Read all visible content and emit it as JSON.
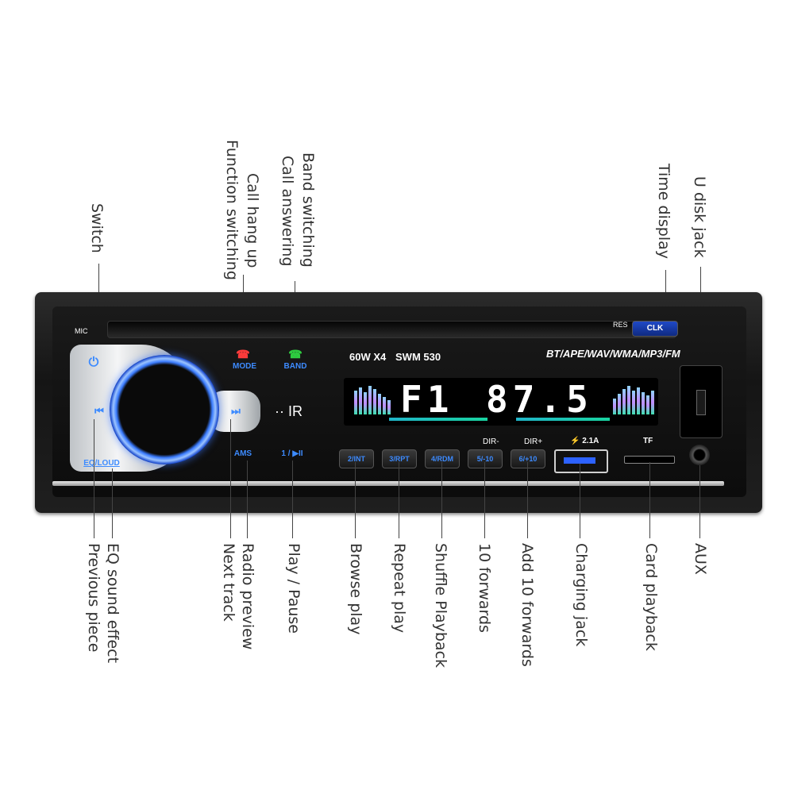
{
  "labels": {
    "switch": "Switch",
    "call_hang_up": "Call hang up",
    "function_switching": "Function switching",
    "band_switching": "Band switching",
    "call_answering": "Call answering",
    "time_display": "Time display",
    "u_disk_jack": "U disk jack",
    "previous_piece": "Previous piece",
    "eq_sound_effect": "EQ sound effect",
    "next_track": "Next track",
    "radio_preview": "Radio preview",
    "play_pause": "Play / Pause",
    "browse_play": "Browse play",
    "repeat_play": "Repeat play",
    "shuffle_playback": "Shuffle Playback",
    "ten_forwards": "10 forwards",
    "add_ten_forwards": "Add 10 forwards",
    "charging_jack": "Charging jack",
    "card_playback": "Card playback",
    "aux": "AUX"
  },
  "device": {
    "mic": "MIC",
    "res": "RES",
    "clk": "CLK",
    "mode": "MODE",
    "band": "BAND",
    "eq_loud": "EQ/LOUD",
    "ams": "AMS",
    "play_pause": "1 / ▶II",
    "power": "60W X4",
    "model": "SWM 530",
    "formats": "BT/APE/WAV/WMA/MP3/FM",
    "lcd_band": "F1",
    "lcd_freq": "87.5",
    "dir_minus": "DIR-",
    "dir_plus": "DIR+",
    "usb_rating": "2.1A",
    "tf": "TF",
    "buttons": [
      "2/INT",
      "3/RPT",
      "4/RDM",
      "5/-10",
      "6/+10"
    ]
  },
  "colors": {
    "accent_blue": "#3d8bff",
    "accent_red": "#ff3b3b",
    "label_text": "#333333"
  }
}
